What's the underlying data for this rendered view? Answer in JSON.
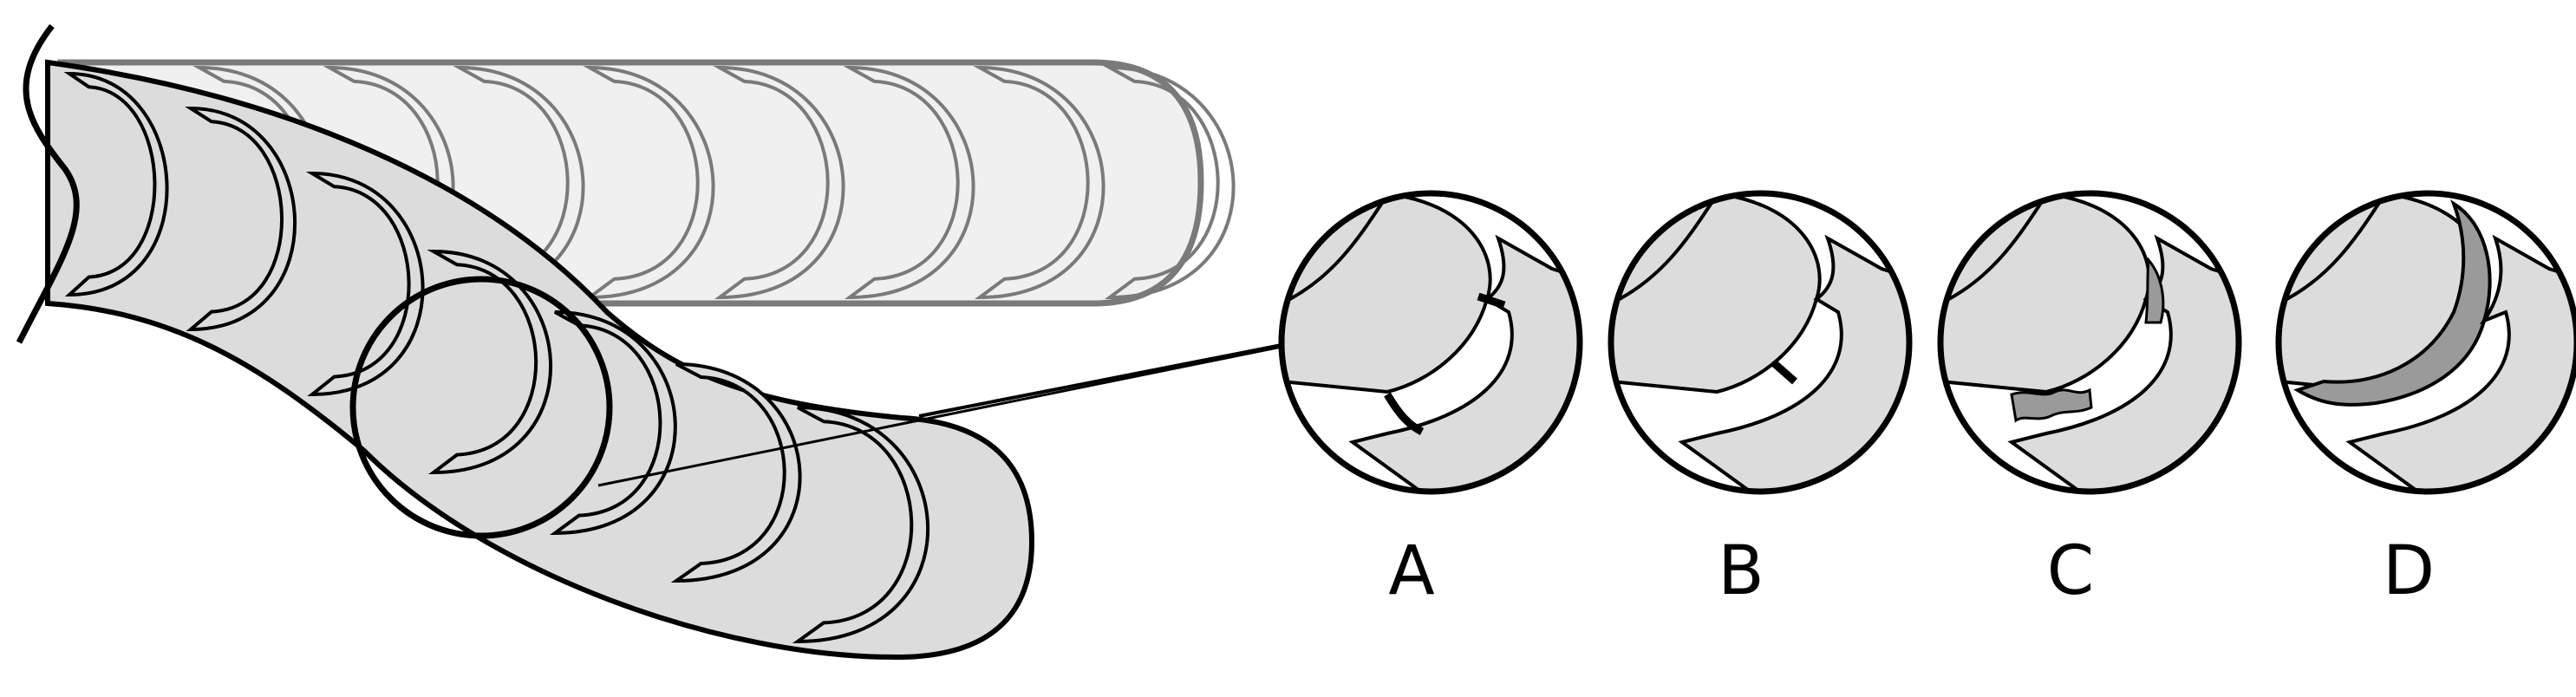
{
  "panels": [
    {
      "label": "A"
    },
    {
      "label": "B"
    },
    {
      "label": "C"
    },
    {
      "label": "D"
    }
  ],
  "colors": {
    "fill_light": "#f0f0f0",
    "fill_mid": "#dcdcdc",
    "fill_dark": "#9a9a9a",
    "stroke": "#000000",
    "stroke_faded": "#7a7a7a"
  }
}
